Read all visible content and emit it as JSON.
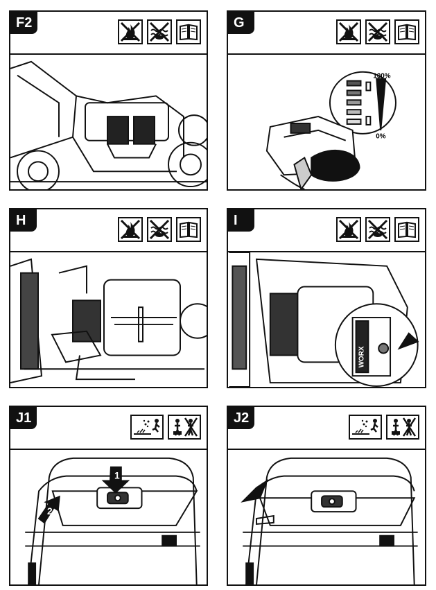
{
  "panels": [
    {
      "label": "F2",
      "icons": [
        "no-fire-icon",
        "no-water-icon",
        "read-manual-icon"
      ]
    },
    {
      "label": "G",
      "icons": [
        "no-fire-icon",
        "no-water-icon",
        "read-manual-icon"
      ]
    },
    {
      "label": "H",
      "icons": [
        "no-fire-icon",
        "no-water-icon",
        "read-manual-icon"
      ]
    },
    {
      "label": "I",
      "icons": [
        "no-fire-icon",
        "no-water-icon",
        "read-manual-icon"
      ]
    },
    {
      "label": "J1",
      "icons": [
        "debris-hazard-icon",
        "keep-bystanders-away-icon"
      ]
    },
    {
      "label": "J2",
      "icons": [
        "debris-hazard-icon",
        "keep-bystanders-away-icon"
      ]
    }
  ],
  "battery_gauge": {
    "top_label": "100%",
    "bottom_label": "0%"
  },
  "brand": {
    "worx_label": "WORX"
  },
  "step_numbers": {
    "step_1": "1",
    "step_2": "2"
  }
}
